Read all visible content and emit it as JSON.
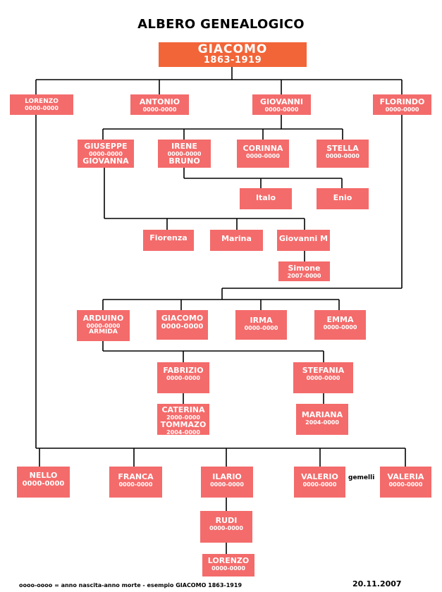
{
  "title": "ALBERO GENEALOGICO",
  "colors": {
    "root_box": "#f26538",
    "person_box": "#f46b6b",
    "text": "#ffffff",
    "lines": "#000000"
  },
  "root": {
    "name": "GIACOMO",
    "dates": "1863-1919"
  },
  "gen1": {
    "lorenzo": {
      "name": "LORENZO",
      "dates": "0000-0000"
    },
    "antonio": {
      "name": "ANTONIO",
      "dates": "0000-0000"
    },
    "giovanni": {
      "name": "GIOVANNI",
      "dates": "0000-0000"
    },
    "florindo": {
      "name": "FLORINDO",
      "dates": "0000-0000"
    }
  },
  "giovanni_children": {
    "giuseppe": {
      "name": "GIUSEPPE",
      "dates": "0000-0000",
      "spouse": "GIOVANNA"
    },
    "irene": {
      "name": "IRENE",
      "dates": "0000-0000",
      "spouse": "BRUNO"
    },
    "corinna": {
      "name": "CORINNA",
      "dates": "0000-0000"
    },
    "stella": {
      "name": "STELLA",
      "dates": "0000-0000"
    }
  },
  "irene_children": {
    "italo": "Italo",
    "enio": "Enio"
  },
  "giuseppe_children": {
    "fiorenza": "Fiorenza",
    "marina": "Marina",
    "giovanni_m": "Giovanni M"
  },
  "simone": {
    "name": "Simone",
    "dates": "2007-0000"
  },
  "florindo_children": {
    "arduino": {
      "name": "ARDUINO",
      "dates": "0000-0000",
      "spouse": "ARMIDA"
    },
    "giacomo": {
      "name": "GIACOMO",
      "dates": "0000-0000"
    },
    "irma": {
      "name": "IRMA",
      "dates": "0000-0000"
    },
    "emma": {
      "name": "EMMA",
      "dates": "0000-0000"
    }
  },
  "arduino_children": {
    "fabrizio": {
      "name": "FABRIZIO",
      "dates": "0000-0000"
    },
    "stefania": {
      "name": "STEFANIA",
      "dates": "0000-0000"
    }
  },
  "caterina": {
    "name": "CATERINA",
    "dates": "2000-0000",
    "spouse": "TOMMAZO",
    "spouse_dates": "2004-0000"
  },
  "mariana": {
    "name": "MARIANA",
    "dates": "2004-0000"
  },
  "lorenzo_children": {
    "nello": {
      "name": "NELLO",
      "dates": "0000-0000"
    },
    "franca": {
      "name": "FRANCA",
      "dates": "0000-0000"
    },
    "ilario": {
      "name": "ILARIO",
      "dates": "0000-0000"
    },
    "valerio": {
      "name": "VALERIO",
      "dates": "0000-0000"
    },
    "valeria": {
      "name": "VALERIA",
      "dates": "0000-0000"
    }
  },
  "gemelli": "gemelli",
  "rudi": {
    "name": "RUDI",
    "dates": "0000-0000"
  },
  "lorenzo2": {
    "name": "LORENZO",
    "dates": "0000-0000"
  },
  "footnote": "oooo-oooo = anno nascita-anno  morte - esempio GIACOMO  1863-1919",
  "date": "20.11.2007"
}
